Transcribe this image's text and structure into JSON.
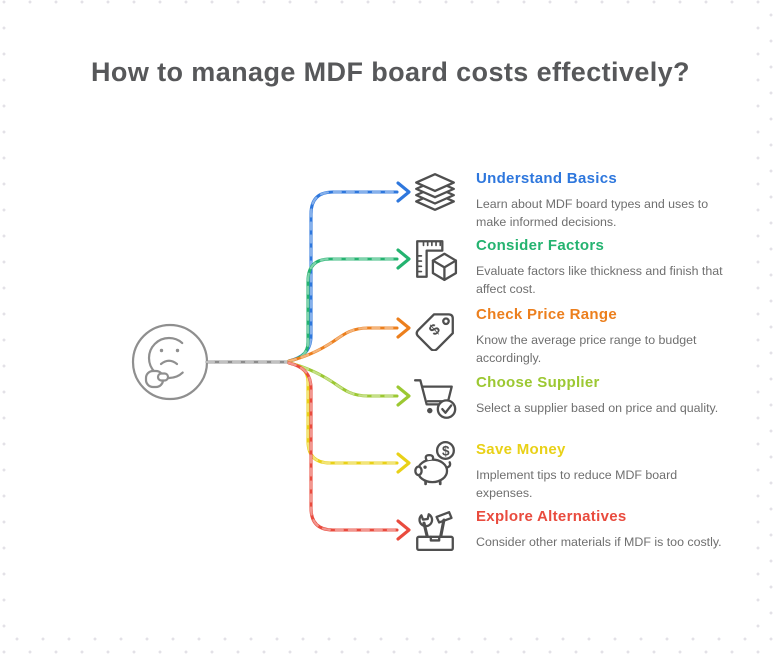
{
  "title": "How to manage MDF board costs effectively?",
  "center": {
    "icon": "thinking-face-icon",
    "connector_color": "#8c8c8c",
    "stroke_color": "#8f8f8f"
  },
  "icon_stroke_color": "#4f4f4f",
  "steps": [
    {
      "label": "Understand Basics",
      "description": "Learn about MDF board types and uses to make informed decisions.",
      "color": "#2e77dd",
      "icon": "layers-icon"
    },
    {
      "label": "Consider Factors",
      "description": "Evaluate factors like thickness and finish that affect cost.",
      "color": "#24b370",
      "icon": "ruler-cube-icon"
    },
    {
      "label": "Check Price Range",
      "description": "Know the average price range to budget accordingly.",
      "color": "#ec7f1d",
      "icon": "price-tag-icon"
    },
    {
      "label": "Choose Supplier",
      "description": "Select a supplier based on price and quality.",
      "color": "#9cc832",
      "icon": "shopping-cart-icon"
    },
    {
      "label": "Save Money",
      "description": "Implement tips to reduce MDF board expenses.",
      "color": "#e9d117",
      "icon": "piggy-bank-icon"
    },
    {
      "label": "Explore Alternatives",
      "description": "Consider other materials if MDF is too costly.",
      "color": "#e94b3e",
      "icon": "toolbox-icon"
    }
  ]
}
